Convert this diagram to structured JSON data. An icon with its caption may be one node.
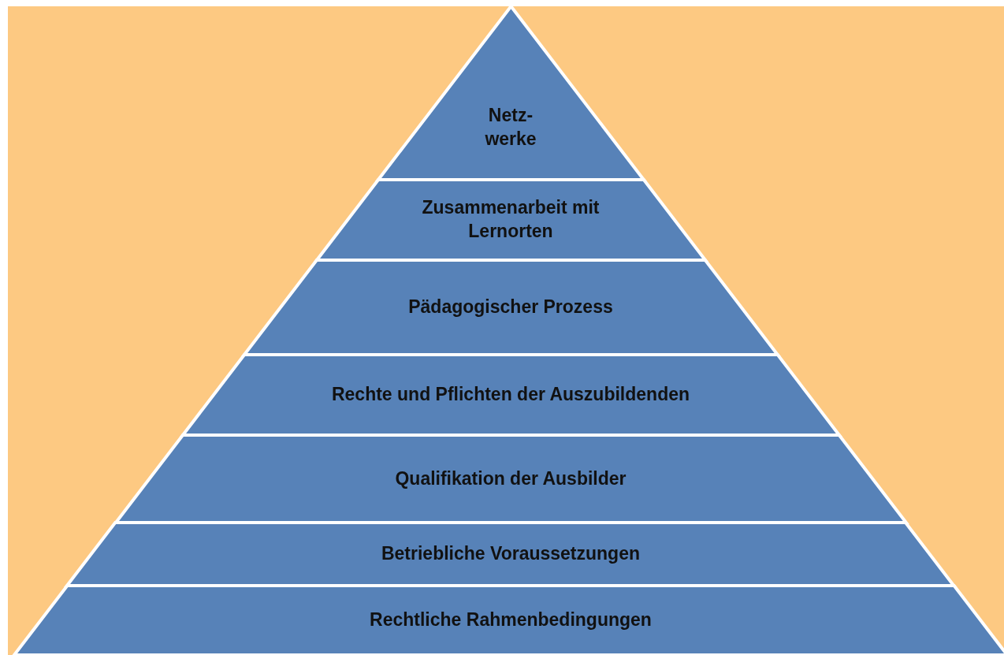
{
  "diagram": {
    "nodes": [
      {
        "text": [
          "Netz- werke"
        ]
      },
      {
        "text": [
          "Zusammenarbeit mit Lernorten"
        ]
      },
      {
        "text": [
          "Pädagogischer Prozess"
        ]
      },
      {
        "text": [
          "Rechte und Pflichten der Auszubildenden"
        ]
      },
      {
        "text": [
          "Qualifikation der Ausbilder"
        ]
      },
      {
        "text": [
          "Betriebliche Voraussetzungen"
        ]
      },
      {
        "text": [
          "Rechtliche Rahmenbedingungen"
        ]
      }
    ]
  }
}
